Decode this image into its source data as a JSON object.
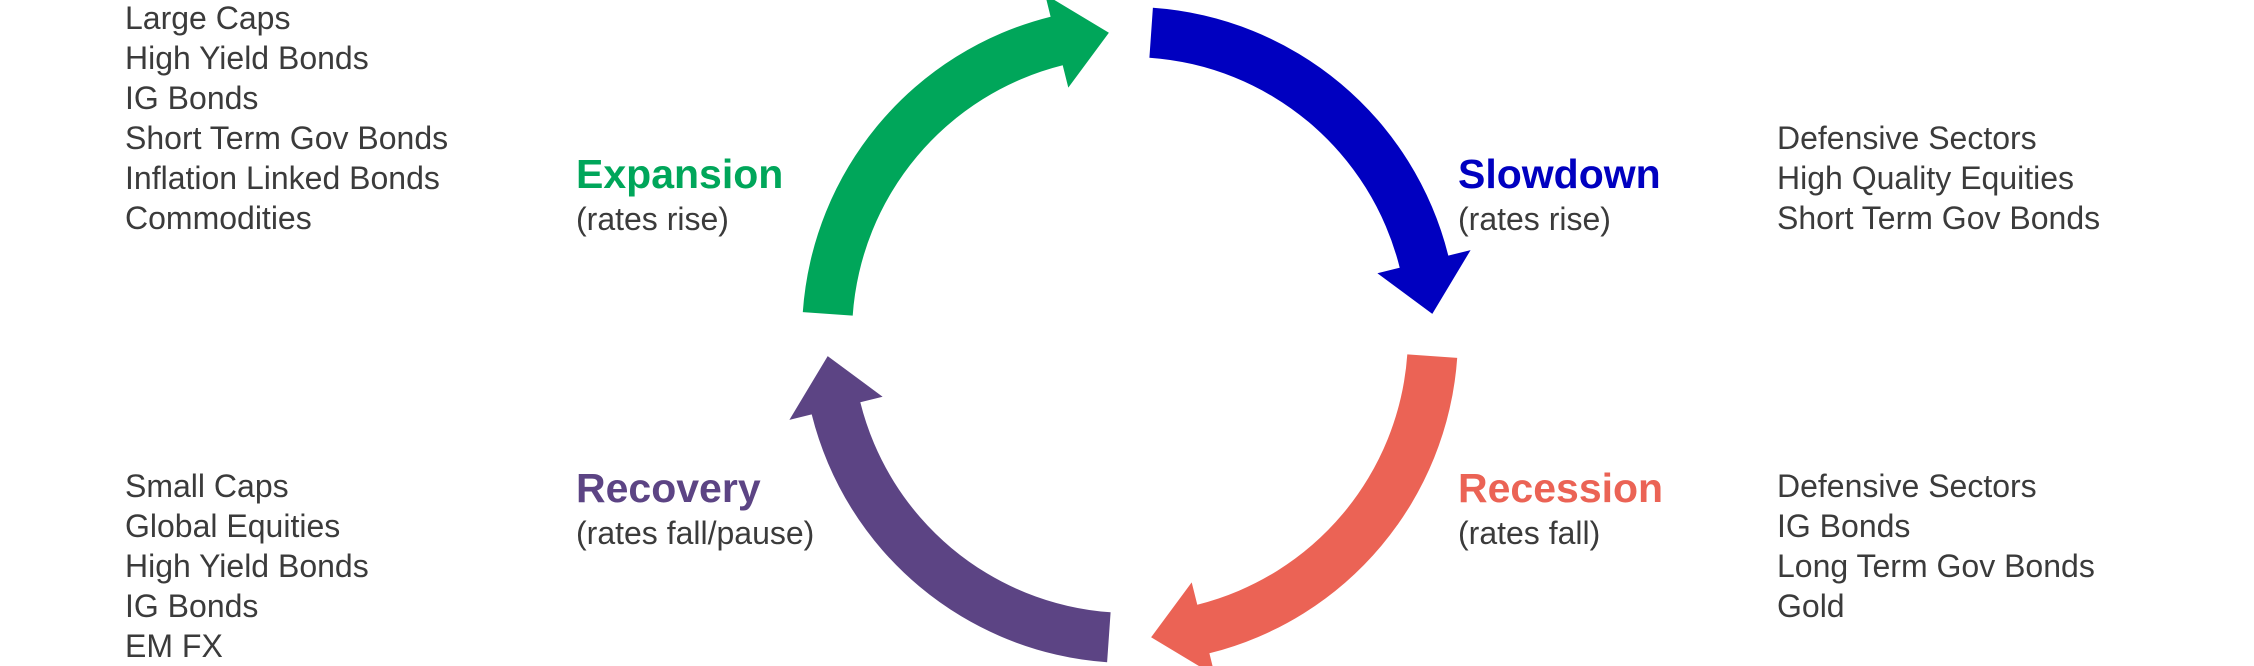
{
  "phases": {
    "expansion": {
      "name": "Expansion",
      "rates": "(rates rise)",
      "color": "#00a65a",
      "assets": [
        "Large Caps",
        "High Yield Bonds",
        "IG Bonds",
        "Short Term Gov Bonds",
        "Inflation Linked Bonds",
        "Commodities"
      ]
    },
    "slowdown": {
      "name": "Slowdown",
      "rates": "(rates rise)",
      "color": "#0000c0",
      "assets": [
        "Defensive Sectors",
        "High Quality Equities",
        "Short Term Gov Bonds"
      ]
    },
    "recession": {
      "name": "Recession",
      "rates": "(rates fall)",
      "color": "#eb6355",
      "assets": [
        "Defensive Sectors",
        "IG Bonds",
        "Long Term Gov Bonds",
        "Gold"
      ]
    },
    "recovery": {
      "name": "Recovery",
      "rates": "(rates fall/pause)",
      "color": "#5c4484",
      "assets": [
        "Small Caps",
        "Global Equities",
        "High Yield Bonds",
        "IG Bonds",
        "EM FX"
      ]
    }
  }
}
